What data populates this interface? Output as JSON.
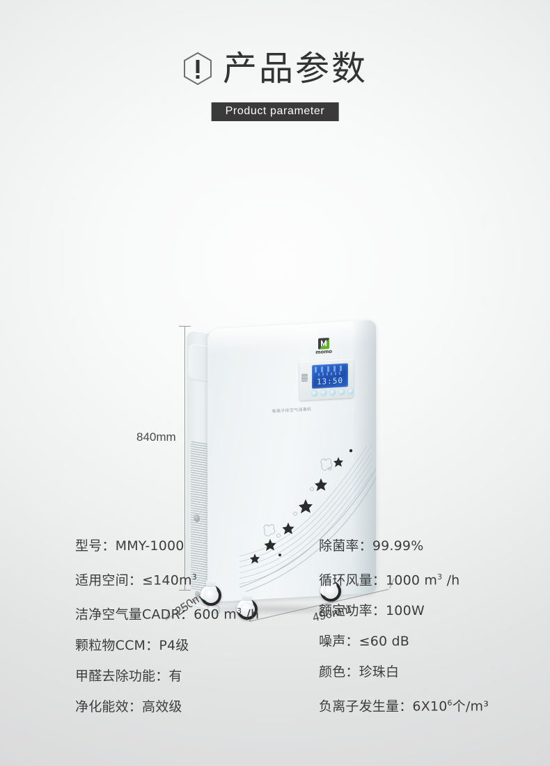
{
  "header": {
    "icon": "exclamation-hexagon-icon",
    "title_cn": "产品参数",
    "subtitle_en": "Product parameter"
  },
  "product": {
    "logo_wordmark": "momo",
    "display": {
      "clock": "13:50",
      "button_count": 5
    },
    "name_cn": "等离子体空气消毒机",
    "dimensions": {
      "height": "840mm",
      "depth": "250mm",
      "width": "490mm"
    }
  },
  "specs": {
    "left": [
      {
        "label": "型号：",
        "value": "MMY-1000",
        "sup": ""
      },
      {
        "label": "适用空间：",
        "value": "≤140m",
        "sup": "3"
      },
      {
        "label": "洁净空气量CADR：",
        "value": "600 m",
        "sup": "3",
        "suffix": " /h"
      },
      {
        "label": "颗粒物CCM：",
        "value": "P4级",
        "sup": ""
      },
      {
        "label": "甲醛去除功能：",
        "value": "有",
        "sup": ""
      },
      {
        "label": "净化能效：",
        "value": "高效级",
        "sup": ""
      }
    ],
    "right": [
      {
        "label": "除菌率：",
        "value": "99.99%",
        "sup": ""
      },
      {
        "label": "循环风量：",
        "value": "1000 m",
        "sup": "3",
        "suffix": " /h"
      },
      {
        "label": "额定功率：",
        "value": "100W",
        "sup": ""
      },
      {
        "label": "噪声：",
        "value": "≤60 dB",
        "sup": ""
      },
      {
        "label": "颜色：",
        "value": "珍珠白",
        "sup": ""
      },
      {
        "label": "负离子发生量：",
        "value": "6X10",
        "sup": "6",
        "suffix": "个/m³"
      }
    ]
  },
  "colors": {
    "badge_bg": "#3a3a3a",
    "text": "#3c3c3c",
    "dimension_line": "#9a9a9a",
    "background_center": "#fdfdfd",
    "background_edge": "#d9d9da",
    "screen_blue": "#2f6fd6",
    "logo_green": "#62b22e"
  }
}
